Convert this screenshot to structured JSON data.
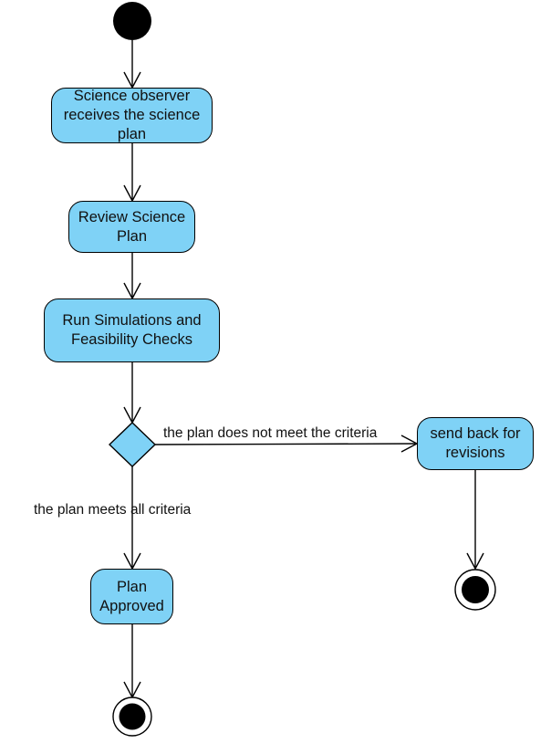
{
  "diagram": {
    "type": "activity-diagram",
    "colors": {
      "node_fill": "#7fd2f6",
      "stroke": "#000000",
      "background": "#ffffff"
    },
    "nodes": {
      "receive": "Science observer receives the science plan",
      "review": "Review Science Plan",
      "simulate": "Run Simulations and Feasibility Checks",
      "revise": "send back for revisions",
      "approved": "Plan Approved"
    },
    "edge_labels": {
      "not_meet": "the plan does not meet the criteria",
      "meets": "the plan meets all criteria"
    }
  }
}
